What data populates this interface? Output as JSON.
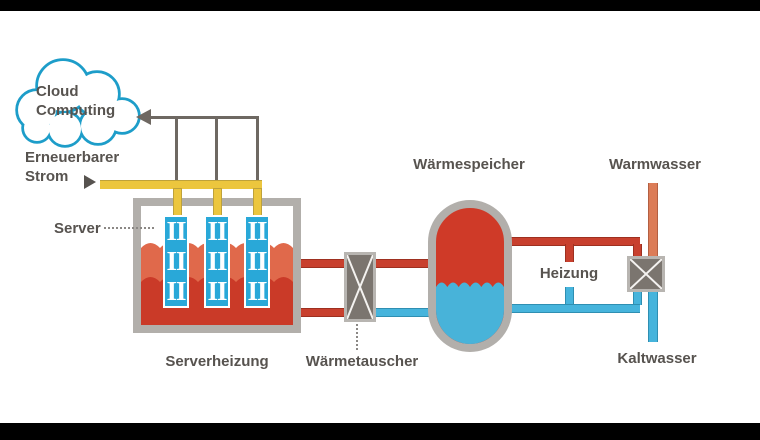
{
  "diagram": {
    "cloud": {
      "line1": "Cloud",
      "line2": "Computing"
    },
    "renewable": {
      "line1": "Erneuerbarer",
      "line2": "Strom"
    },
    "server_label": "Server",
    "server_heating_label": "Serverheizung",
    "heat_exchanger_label": "Wärmetauscher",
    "heat_storage_label": "Wärmespeicher",
    "heating_label": "Heizung",
    "warm_water_label": "Warmwasser",
    "cold_water_label": "Kaltwasser",
    "server_glyph": "II"
  },
  "colors": {
    "cloud_outline": "#1d9dc9",
    "server_fill": "#29a8d8",
    "hot_pipe_red": "#c8402e",
    "warm_water_salmon": "#dc7c57",
    "cold_pipe_blue": "#46b4dc",
    "electricity_yellow": "#ecc63e",
    "data_line_gray": "#6e6862",
    "vessel_border_gray": "#b2afab",
    "exchanger_gray": "#7b756f",
    "tank_hot_light": "#e0694b",
    "tank_hot_dark": "#ca3a28",
    "storage_hot": "#cf3a28",
    "storage_cold": "#48b3d9",
    "text": "#57534f",
    "letterbox": "#000000"
  },
  "icons": {
    "cloud_arrow": "left-arrow",
    "strom_arrow": "right-arrow",
    "exchanger_symbol": "x-cross"
  }
}
